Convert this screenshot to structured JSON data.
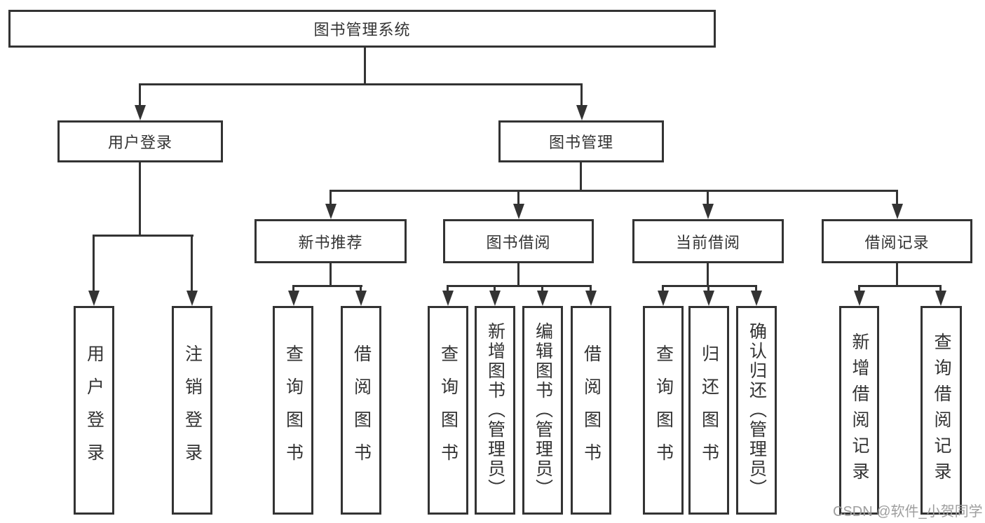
{
  "tree": {
    "root": {
      "label": "图书管理系统"
    },
    "login": {
      "label": "用户登录",
      "children": [
        {
          "label": "用户登录"
        },
        {
          "label": "注销登录"
        }
      ]
    },
    "management": {
      "label": "图书管理"
    },
    "sections": [
      {
        "label": "新书推荐",
        "children": [
          {
            "label": "查询图书"
          },
          {
            "label": "借阅图书"
          }
        ]
      },
      {
        "label": "图书借阅",
        "children": [
          {
            "label": "查询图书"
          },
          {
            "label": "新增图书（管理员）"
          },
          {
            "label": "编辑图书（管理员）"
          },
          {
            "label": "借阅图书"
          }
        ]
      },
      {
        "label": "当前借阅",
        "children": [
          {
            "label": "查询图书"
          },
          {
            "label": "归还图书"
          },
          {
            "label": "确认归还（管理员）"
          }
        ]
      },
      {
        "label": "借阅记录",
        "children": [
          {
            "label": "新增借阅记录"
          },
          {
            "label": "查询借阅记录"
          }
        ]
      }
    ]
  },
  "watermark": {
    "text": "CSDN @软件_小贺同学"
  },
  "colors": {
    "line": "#333333",
    "text": "#333333",
    "watermark": "#9e9e9e",
    "background": "#ffffff"
  }
}
